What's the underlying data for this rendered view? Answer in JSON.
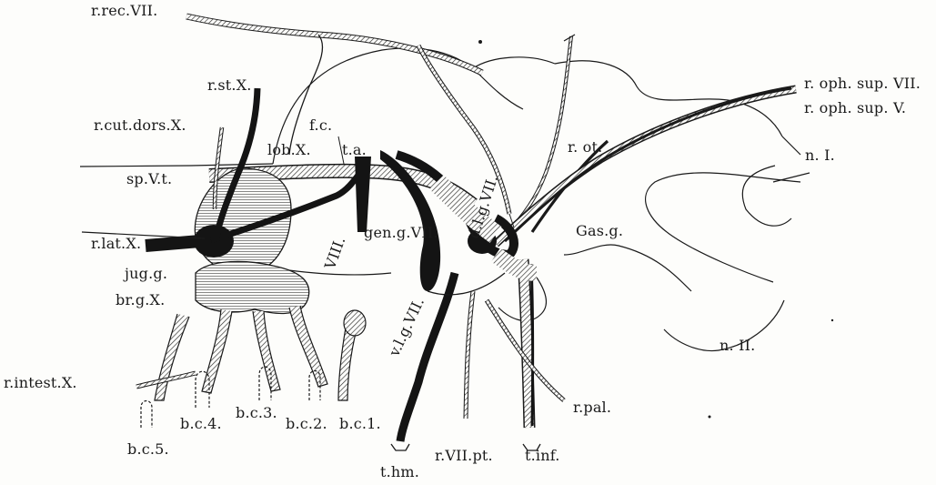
{
  "diagram": {
    "labels": {
      "r_rec_VII": "r.rec.VII.",
      "r_st_X": "r.st.X.",
      "r_cut_dors_X": "r.cut.dors.X.",
      "sp_V_t": "sp.V.t.",
      "r_lat_X": "r.lat.X.",
      "jug_g": "jug.g.",
      "br_g_X": "br.g.X.",
      "r_intest_X": "r.intest.X.",
      "b_c_5": "b.c.5.",
      "b_c_4": "b.c.4.",
      "b_c_3": "b.c.3.",
      "b_c_2": "b.c.2.",
      "b_c_1": "b.c.1.",
      "f_c": "f.c.",
      "lob_X": "lob.X.",
      "t_a": "t.a.",
      "VIII": "VIII.",
      "gen_g_VII": "gen.g.VII.",
      "d_l_g_VII": "d.l.g.VII.",
      "v_l_g_VII": "v.l.g.VII.",
      "r_ot": "r. ot.",
      "Gas_g": "Gas.g.",
      "r_oph_sup_VII": "r. oph. sup. VII.",
      "r_oph_sup_V": "r. oph. sup. V.",
      "n_I": "n. I.",
      "n_II": "n. II.",
      "r_pal": "r.pal.",
      "t_hm": "t.hm.",
      "r_VII_pt": "r.VII.pt.",
      "t_inf": "t.inf."
    },
    "colors": {
      "ink": "#1a1a1a",
      "paper": "#fdfdfb",
      "hatch": "#2a2a2a"
    }
  }
}
